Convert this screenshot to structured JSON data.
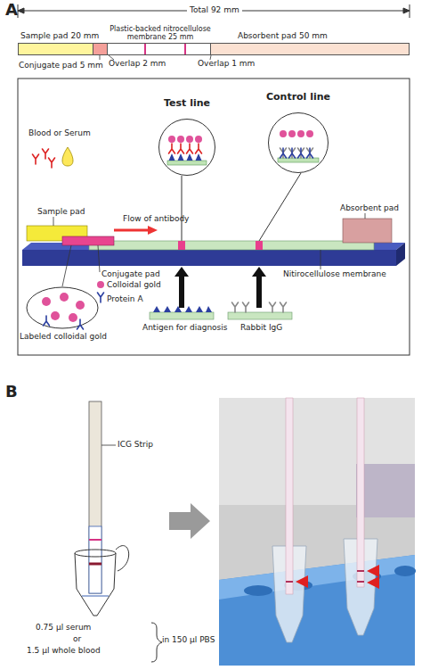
{
  "diagram": {
    "nodes": [
      {
        "text": [
          "Sample pad 20 mm"
        ]
      },
      {
        "text": [
          "Conjugate pad 5 mm"
        ]
      },
      {
        "text": [
          "Plastic-backed nitrocellulose membrane 25 mm"
        ]
      },
      {
        "text": [
          "Absorbent pad 50 mm"
        ]
      },
      {
        "text": [
          "Test line"
        ]
      },
      {
        "text": [
          "Control line"
        ]
      }
    ],
    "labels": [
      "A",
      "Total 92 mm",
      "Overlap 2 mm",
      "Overlap 1 mm",
      "Blood or Serum",
      "Sample pad",
      "Flow of antibody",
      "Absorbent pad",
      "Conjugate pad",
      "Colloidal gold",
      "Protein A",
      "Nitirocellulose membrane",
      "Labeled colloidal gold",
      "Antigen for diagnosis",
      "Rabbit IgG",
      "B",
      "ICG Strip",
      "0.75 µl serum",
      "or",
      "1.5 µl whole blood",
      "in 150 µl PBS"
    ]
  }
}
